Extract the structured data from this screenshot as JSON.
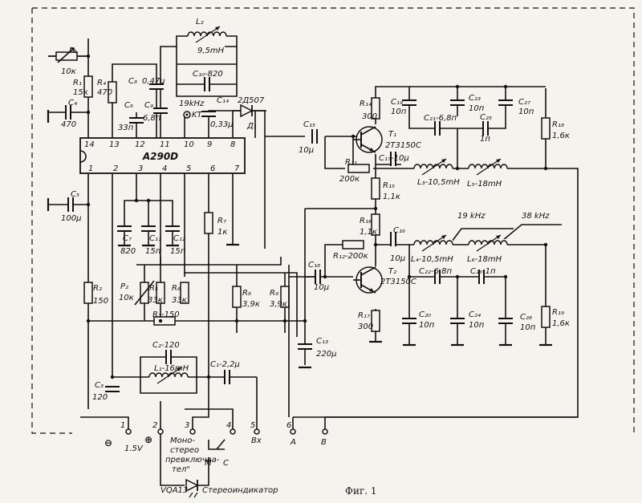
{
  "ic": {
    "name": "A290D",
    "pins_top": [
      "14",
      "13",
      "12",
      "11",
      "10",
      "9",
      "8"
    ],
    "pins_bottom": [
      "1",
      "2",
      "3",
      "4",
      "5",
      "6",
      "7"
    ]
  },
  "components": {
    "P1": "P₁",
    "P1v": "10к",
    "R1": "R₁",
    "R1v": "15к",
    "R4": "R₄",
    "R4v": "470",
    "C4": "C₄",
    "C4v": "470",
    "C8": "C₈",
    "C8v": "0,47μ",
    "C6": "C₆",
    "C6v": "33п",
    "C9": "C₉",
    "C9v": "6,8п",
    "L2": "L₂",
    "L2v": "9,5mH",
    "C10": "C₁₀-820",
    "kt": "19kHz",
    "kt2": "KT",
    "C14": "C₁₄",
    "C14v": "0,33μ",
    "D1": "2Д507",
    "D1b": "Д₁",
    "C15": "C₁₅",
    "C15v": "10μ",
    "R14": "R₁₄",
    "R14v": "300",
    "C19": "C₁₉",
    "C19v": "10п",
    "C21": "C₂₁-6,8п",
    "C23": "C₂₃",
    "C23v": "10п",
    "C25": "C₂₅",
    "C25v": "1п",
    "C27": "C₂₇",
    "C27v": "10п",
    "R18": "R₁₈",
    "R18v": "1,6к",
    "T1": "T₁",
    "T1v": "2T3150C",
    "R11": "R₁₁",
    "R11v": "200к",
    "C17": "C₁₇-10μ",
    "L3": "L₃-10,5mH",
    "L5": "L₅-18mH",
    "C5": "C₅",
    "C5v": "100μ",
    "C7": "C₇",
    "C7v": "820",
    "C11": "C₁₁",
    "C11v": "15п",
    "C12": "C₁₂",
    "C12v": "15п",
    "R7": "R₇",
    "R7v": "1к",
    "R15": "R₁₅",
    "R15v": "1,1к",
    "R16": "R₁₆",
    "R16v": "1,1к",
    "C16": "C₁₆",
    "C16v": "10μ",
    "R12": "R₁₂-200к",
    "f19": "19 kHz",
    "f38": "38 kHz",
    "L4": "L₄-10,5mH",
    "L6": "L₆-18mH",
    "T2": "T₂",
    "T2v": "2T3150C",
    "C18": "C₁₈",
    "C18v": "10μ",
    "C22": "C₂₂-6,8п",
    "C26": "C₂₆-1п",
    "R2": "R₂",
    "R2v": "150",
    "P2": "P₂",
    "P2v": "10к",
    "R5": "R₅",
    "R5v": "33к",
    "R6": "R₆",
    "R6v": "33к",
    "R8": "R₈",
    "R8v": "3,9к",
    "R9": "R₉",
    "R9v": "3,9к",
    "R17": "R₁₇",
    "R17v": "300",
    "C20": "C₂₀",
    "C20v": "10п",
    "C24": "C₂₄",
    "C24v": "10п",
    "C28": "C₂₈",
    "C28v": "10п",
    "R19": "R₁₉",
    "R19v": "1,6к",
    "R3": "R₃-150",
    "C13": "C₁₃",
    "C13v": "220μ",
    "C2": "C₂-120",
    "L1": "L₁-16mH",
    "C1": "C₁-2,2μ",
    "C3": "C₃",
    "C3v": "120"
  },
  "terminals": {
    "t1": "1",
    "t2": "2",
    "t3": "3",
    "t4": "4",
    "t5": "5",
    "t6": "6",
    "minus": "⊖",
    "plus": "⊕",
    "voltage": "1.5V",
    "mono1": "Моно-",
    "mono2": "стерео",
    "mono3": "превключва-",
    "mono4": "тел\"",
    "M": "M",
    "C": "C",
    "Bx": "Bx",
    "A": "A",
    "B": "B",
    "led": "VQA13",
    "led_label": "Стереоиндикатор"
  },
  "caption": "Фиг. 1"
}
